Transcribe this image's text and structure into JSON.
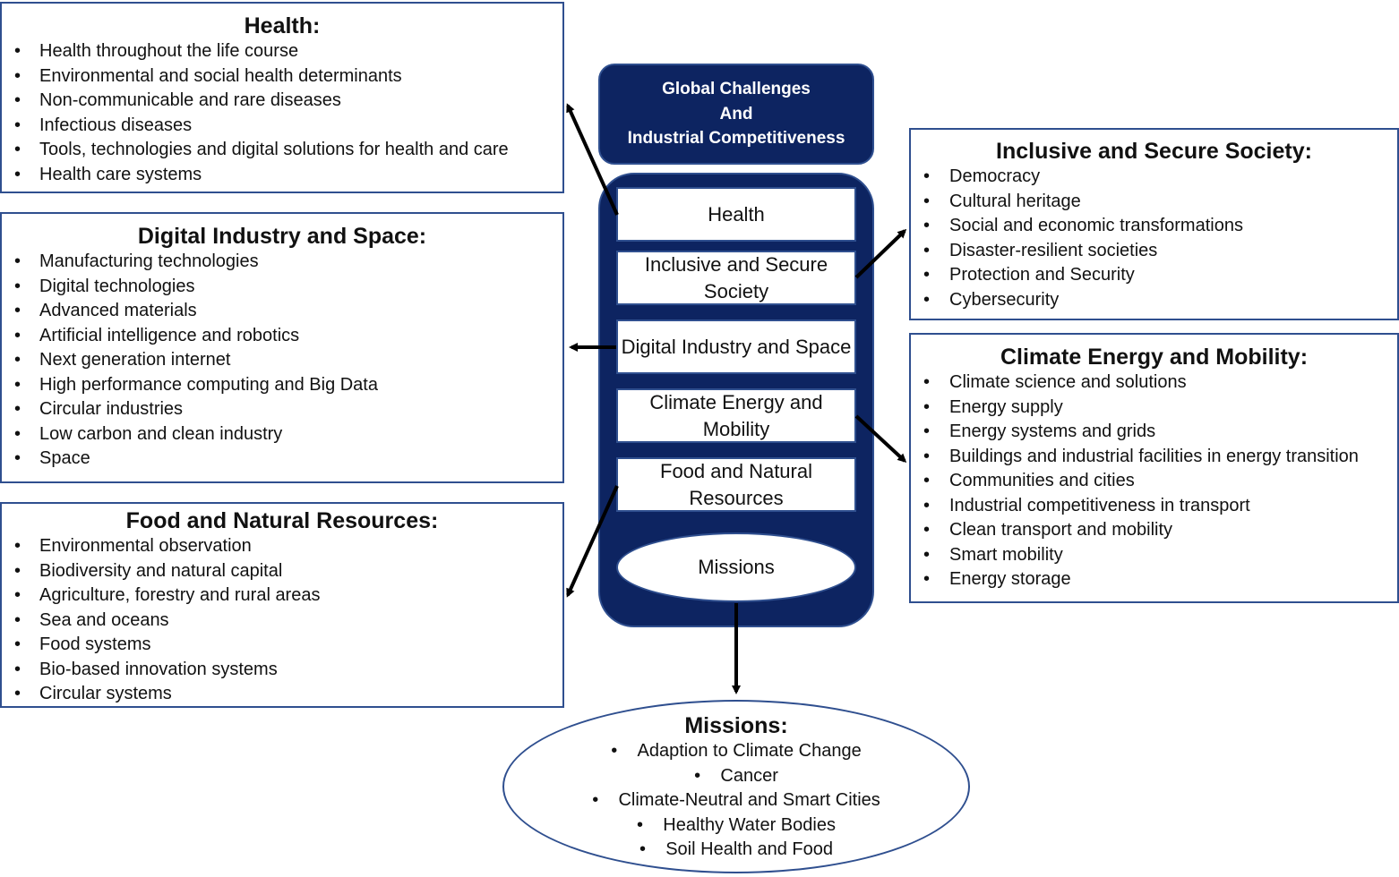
{
  "global_box": {
    "lines": [
      "Global Challenges",
      "And",
      "Industrial Competitiveness"
    ]
  },
  "pillar": {
    "items": [
      "Health",
      "Inclusive and Secure Society",
      "Digital Industry and Space",
      "Climate Energy and Mobility",
      "Food and Natural Resources"
    ],
    "missions_label": "Missions"
  },
  "health": {
    "title": "Health:",
    "items": [
      "Health throughout the life course",
      "Environmental and social health determinants",
      "Non-communicable and rare diseases",
      "Infectious diseases",
      "Tools, technologies and digital solutions for health and care",
      "Health care systems"
    ]
  },
  "digital": {
    "title": "Digital Industry and Space:",
    "items": [
      "Manufacturing technologies",
      "Digital technologies",
      "Advanced materials",
      "Artificial intelligence and robotics",
      "Next generation internet",
      "High performance computing and Big Data",
      "Circular industries",
      "Low carbon and clean industry",
      "Space"
    ]
  },
  "food": {
    "title": "Food and Natural Resources:",
    "items": [
      "Environmental observation",
      "Biodiversity and natural capital",
      "Agriculture, forestry and rural areas",
      "Sea and oceans",
      "Food systems",
      "Bio-based innovation systems",
      "Circular systems"
    ]
  },
  "inclusive": {
    "title": "Inclusive and Secure Society:",
    "items": [
      "Democracy",
      "Cultural heritage",
      "Social and economic transformations",
      "Disaster-resilient societies",
      "Protection and Security",
      "Cybersecurity"
    ]
  },
  "climate": {
    "title": "Climate Energy and Mobility:",
    "items": [
      "Climate science and solutions",
      "Energy supply",
      "Energy systems and grids",
      "Buildings and industrial facilities in energy transition",
      "Communities and cities",
      "Industrial competitiveness in transport",
      "Clean transport and mobility",
      "Smart mobility",
      "Energy storage"
    ]
  },
  "missions": {
    "title": "Missions:",
    "items": [
      "Adaption to Climate Change",
      "Cancer",
      "Climate-Neutral and Smart Cities",
      "Healthy Water Bodies",
      "Soil Health and Food"
    ]
  }
}
